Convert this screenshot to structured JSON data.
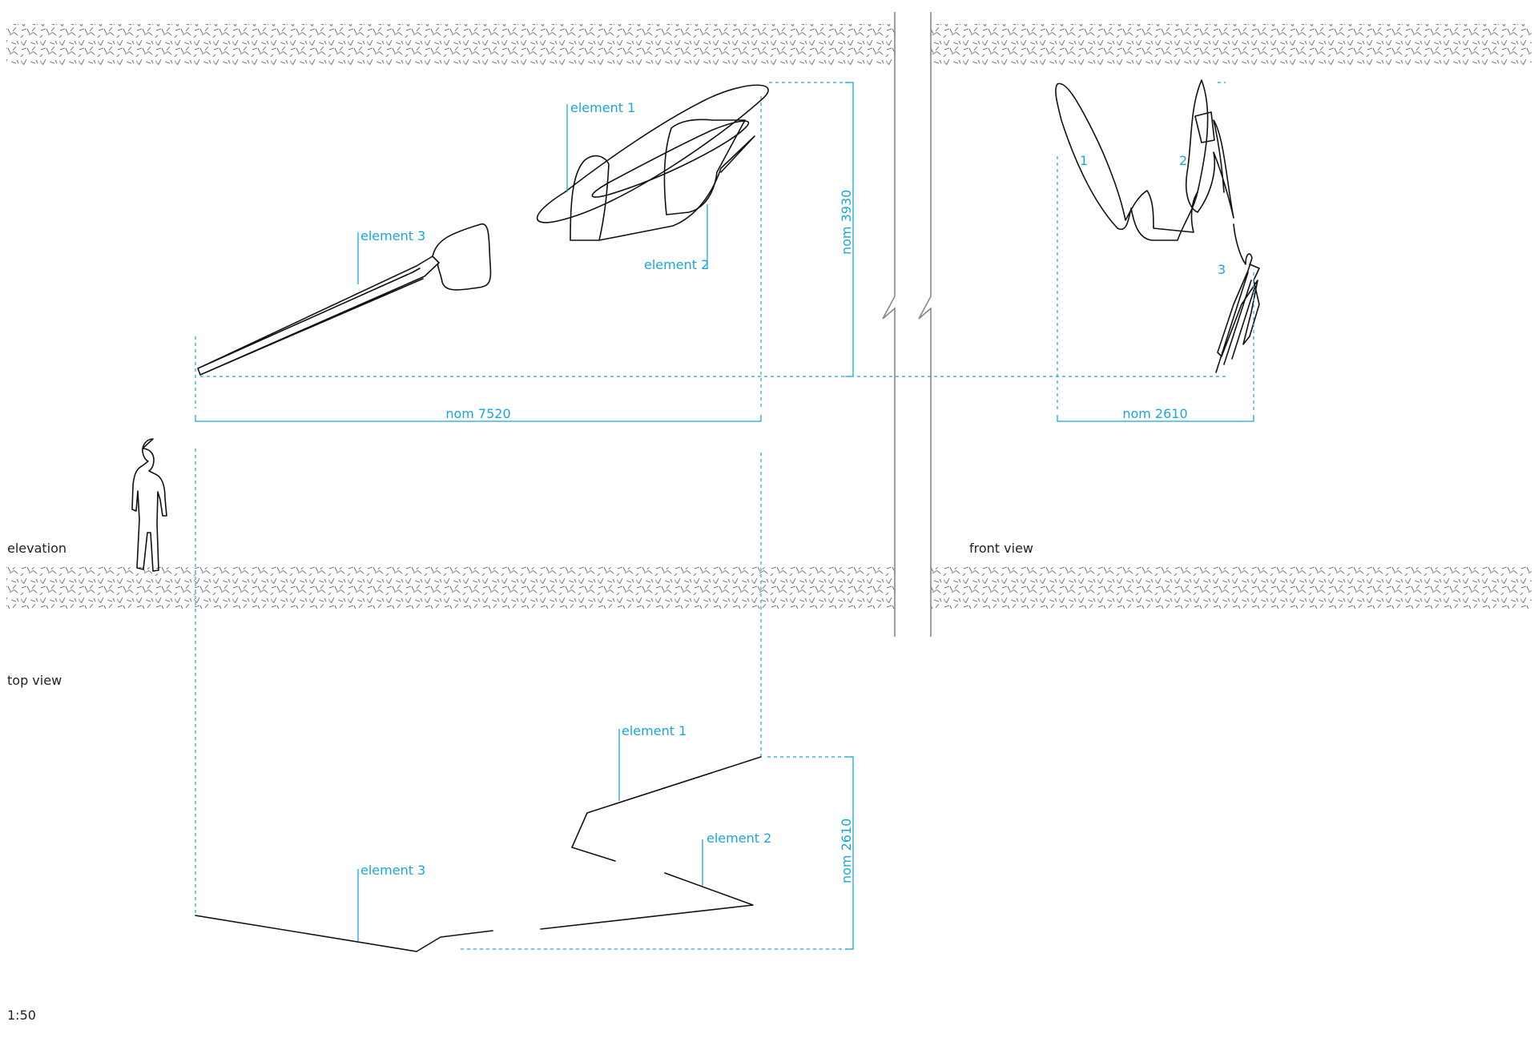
{
  "labels": {
    "elevation": "elevation",
    "front_view": "front view",
    "top_view": "top view",
    "scale": "1:50"
  },
  "callouts": {
    "elevation_element_1": "element 1",
    "elevation_element_2": "element 2",
    "elevation_element_3": "element 3",
    "top_element_1": "element 1",
    "top_element_2": "element 2",
    "top_element_3": "element 3",
    "front_1": "1",
    "front_2": "2",
    "front_3": "3"
  },
  "dimensions": {
    "height": "nom 3930",
    "length": "nom 7520",
    "front_width": "nom 2610",
    "top_depth": "nom 2610"
  },
  "colors": {
    "dimension": "#1aa6dc",
    "line": "#111111",
    "hatch": "#777777"
  }
}
